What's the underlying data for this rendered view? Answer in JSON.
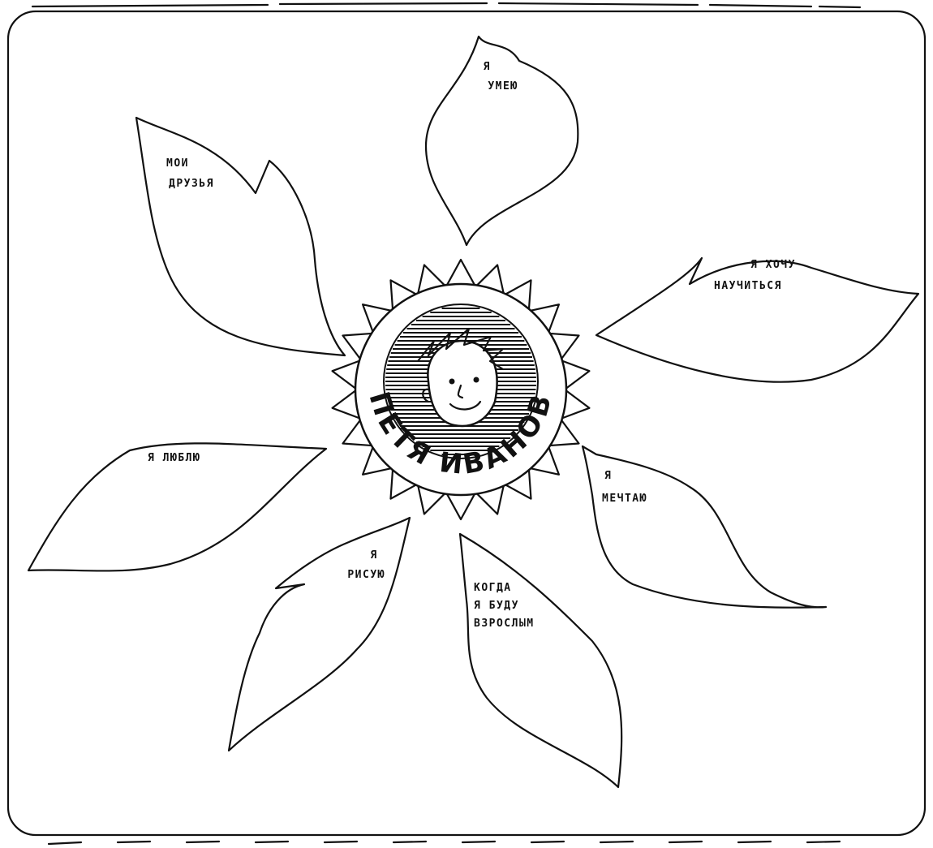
{
  "center": {
    "name_first": "ПЕТЯ",
    "name_last": "ИВАНОВ"
  },
  "petals": [
    {
      "id": "umeyu",
      "lines": [
        "Я",
        "УМЕЮ"
      ]
    },
    {
      "id": "moi-druzya",
      "lines": [
        "МОИ",
        "ДРУЗЬЯ"
      ]
    },
    {
      "id": "khochu-nauchitsya",
      "lines": [
        "Я ХОЧУ",
        "НАУЧИТЬСЯ"
      ]
    },
    {
      "id": "lyublyu",
      "lines": [
        "Я ЛЮБЛЮ"
      ]
    },
    {
      "id": "mechtayu",
      "lines": [
        "Я",
        "МЕЧТАЮ"
      ]
    },
    {
      "id": "risuyu",
      "lines": [
        "Я",
        "РИСУЮ"
      ]
    },
    {
      "id": "kogda-budu-vzroslym",
      "lines": [
        "КОГДА",
        "Я БУДУ",
        "ВЗРОСЛЫМ"
      ]
    }
  ]
}
